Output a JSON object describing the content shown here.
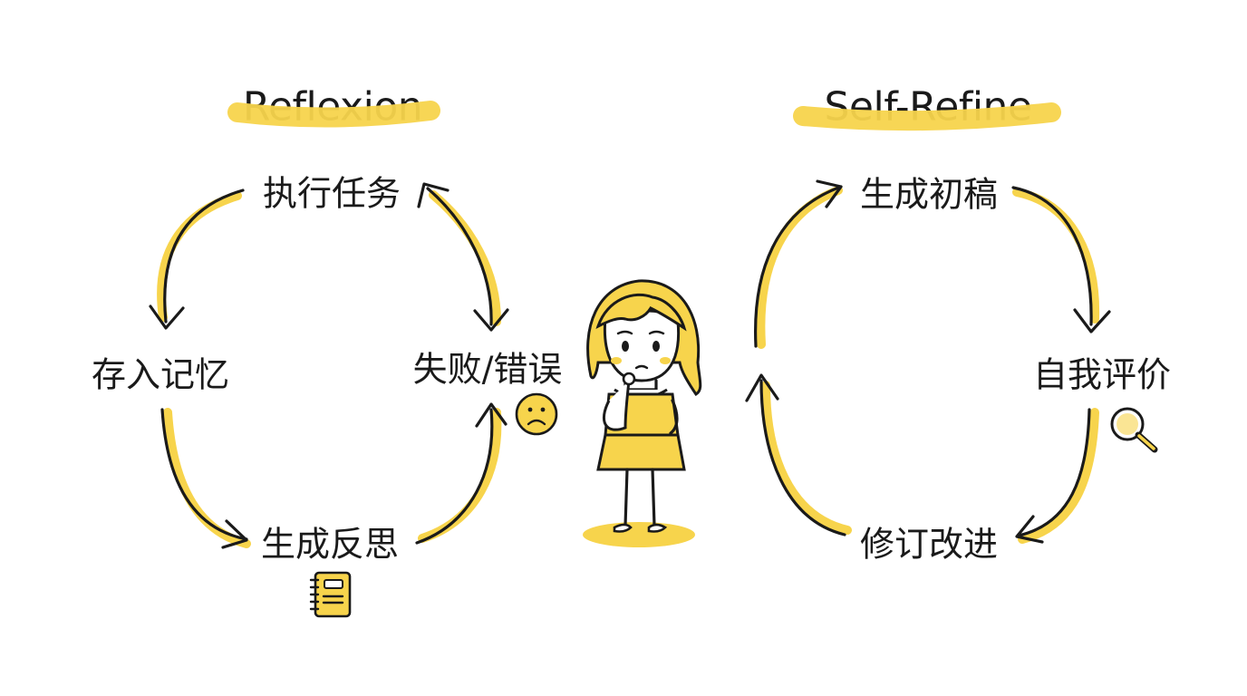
{
  "colors": {
    "accent_yellow": "#f7d44c",
    "ink": "#1a1a1a"
  },
  "reflexion": {
    "title": "Reflexion",
    "nodes": {
      "execute": "执行任务",
      "failure": "失败/错误",
      "reflect": "生成反思",
      "memory": "存入记忆"
    },
    "icons": {
      "failure_icon": "sad-face-icon",
      "reflect_icon": "notebook-icon"
    }
  },
  "self_refine": {
    "title": "Self-Refine",
    "nodes": {
      "draft": "生成初稿",
      "critique": "自我评价",
      "revise": "修订改进"
    },
    "icons": {
      "critique_icon": "magnifier-icon"
    }
  },
  "center": {
    "figure": "thinking-girl-illustration"
  }
}
